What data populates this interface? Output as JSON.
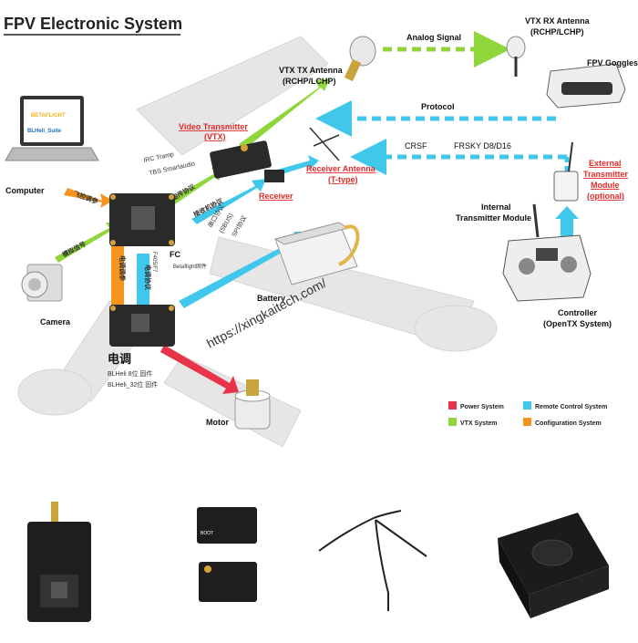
{
  "title": "FPV Electronic System",
  "labels": {
    "computer": "Computer",
    "camera": "Camera",
    "fc": "FC",
    "fc_firmware": "Betaflight固件",
    "fc_mcu": "F405/F7",
    "battery": "Battery",
    "motor": "Motor",
    "esc": "电调",
    "esc_fw1": "BLHeli 8位 固件",
    "esc_fw2": "BLHeli_32位 固件",
    "vtx_tx_antenna_1": "VTX TX Antenna",
    "vtx_tx_antenna_2": "(RCHP/LCHP)",
    "video_transmitter_1": "Video Transmitter",
    "video_transmitter_2": "(VTX)",
    "irc_tramp": "IRC Tramp",
    "tbs_smartaudio": "TBS Smartaudio",
    "analog_signal": "Analog Signal",
    "vtx_rx_antenna_1": "VTX RX Antenna",
    "vtx_rx_antenna_2": "(RCHP/LCHP)",
    "fpv_goggles": "FPV Goggles",
    "protocol": "Protocol",
    "crsf": "CRSF",
    "frsky": "FRSKY D8/D16",
    "receiver_antenna_1": "Receiver Antenna",
    "receiver_antenna_2": "(T-type)",
    "receiver": "Receiver",
    "external_tx_1": "External",
    "external_tx_2": "Transmitter",
    "external_tx_3": "Module",
    "external_tx_4": "(optional)",
    "internal_tx_1": "Internal",
    "internal_tx_2": "Transmitter Module",
    "controller_1": "Controller",
    "controller_2": "(OpenTX System)",
    "serial_1": "串口协议",
    "serial_2": "(SBUS)",
    "serial_3": "SPI协议",
    "arrow_flight_param": "飞控调参",
    "arrow_vtx_trans": "图传协议",
    "arrow_rx_protocol": "接收机协议",
    "arrow_analog": "模拟信号",
    "arrow_esc_param": "电调调参",
    "arrow_esc_protocol": "电调协议",
    "watermark": "https://xingkaitech.com/",
    "laptop_logo_1": "BETAFLIGHT",
    "laptop_logo_2": "BLHeli_Suite"
  },
  "legend": [
    {
      "label": "Power System",
      "color": "#e8344a"
    },
    {
      "label": "Remote Control System",
      "color": "#40c8ec"
    },
    {
      "label": "VTX System",
      "color": "#8fd63a"
    },
    {
      "label": "Configuration System",
      "color": "#f7941d"
    }
  ],
  "products": [
    "vtx-module-photo",
    "receiver-photo",
    "t-antenna-photo",
    "tx-module-photo"
  ],
  "receiver_tag": "BOOT"
}
